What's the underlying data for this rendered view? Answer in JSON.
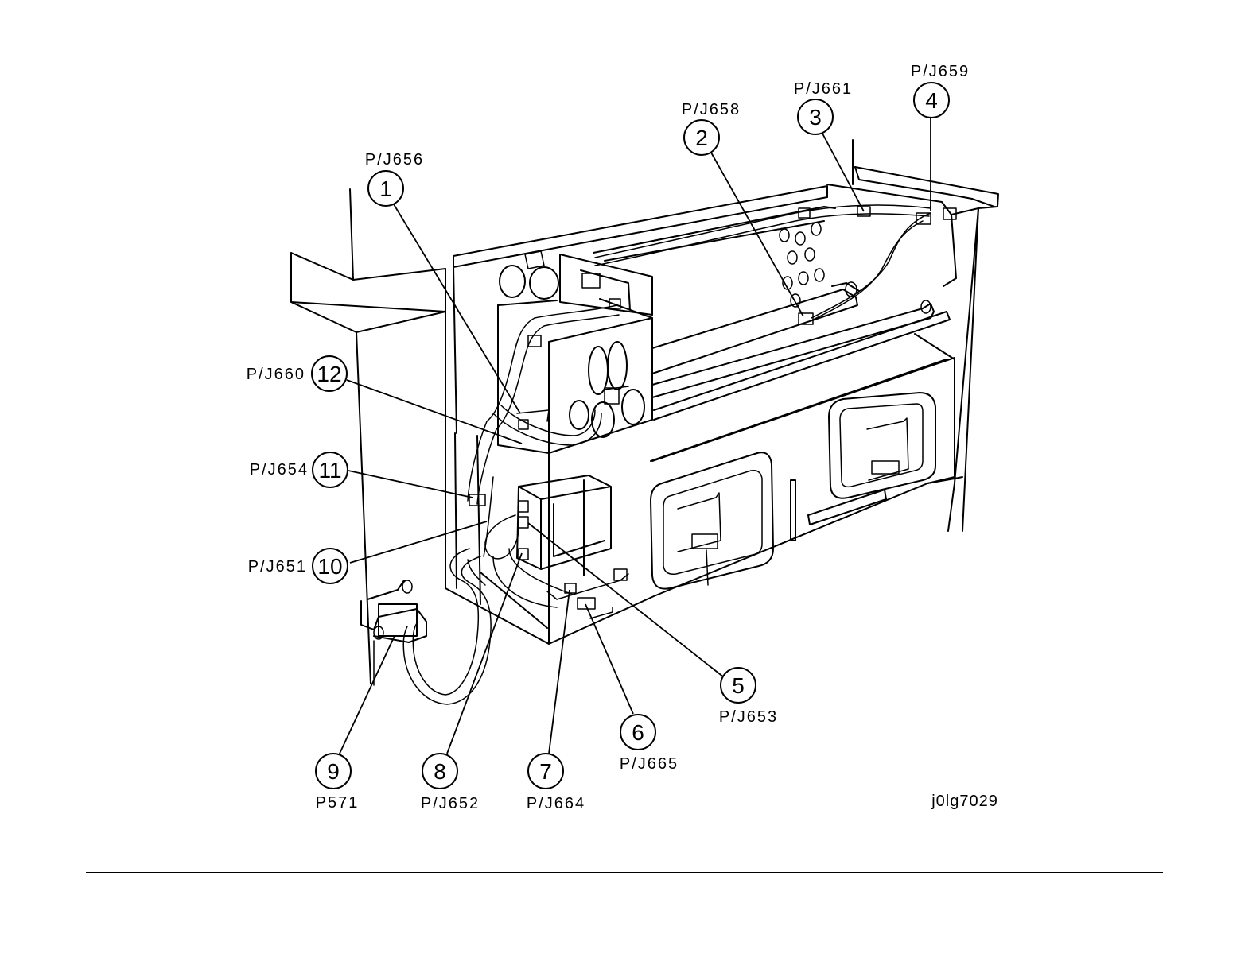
{
  "figure_id": "j0lg7029",
  "callouts": [
    {
      "num": "1",
      "connector": "P/J656"
    },
    {
      "num": "2",
      "connector": "P/J658"
    },
    {
      "num": "3",
      "connector": "P/J661"
    },
    {
      "num": "4",
      "connector": "P/J659"
    },
    {
      "num": "5",
      "connector": "P/J653"
    },
    {
      "num": "6",
      "connector": "P/J665"
    },
    {
      "num": "7",
      "connector": "P/J664"
    },
    {
      "num": "8",
      "connector": "P/J652"
    },
    {
      "num": "9",
      "connector": "P571"
    },
    {
      "num": "10",
      "connector": "P/J651"
    },
    {
      "num": "11",
      "connector": "P/J654"
    },
    {
      "num": "12",
      "connector": "P/J660"
    }
  ]
}
